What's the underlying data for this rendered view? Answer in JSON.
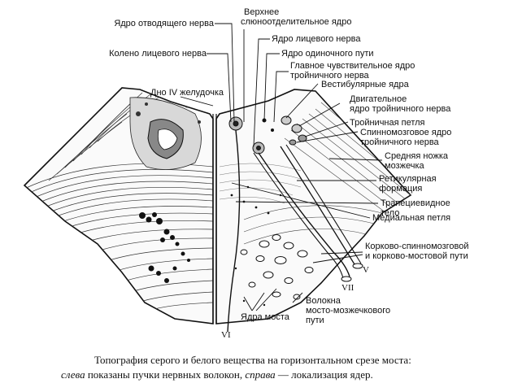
{
  "labels": {
    "abducens_nucleus": "Ядро отводящего нерва",
    "facial_genu": "Колено лицевого нерва",
    "fourth_ventricle_floor": "Дно IV желудочка",
    "sup_salivatory_1": "Верхнее",
    "sup_salivatory_2": "слюноотделительное ядро",
    "facial_nucleus": "Ядро лицевого нерва",
    "solitary_nucleus": "Ядро одиночного пути",
    "main_sensory_1": "Главное чувствительное ядро",
    "main_sensory_2": "тройничного нерва",
    "vestibular": "Вестибулярные ядра",
    "motor_trig_1": "Двигательное",
    "motor_trig_2": "ядро тройничного нерва",
    "trig_lemniscus": "Тройничная петля",
    "spinal_trig_1": "Спинномозговое ядро",
    "spinal_trig_2": "тройничного нерва",
    "mcp_1": "Средняя ножка",
    "mcp_2": "мозжечка",
    "reticular_1": "Ретикулярная",
    "reticular_2": "формация",
    "trapezoid_1": "Трапециевидное",
    "trapezoid_2": "тело",
    "medial_lemniscus": "Медиальная петля",
    "cortico_1": "Корково-спинномозговой",
    "cortico_2": "и корково-мостовой пути",
    "fibers_1": "Волокна",
    "fibers_2": "мосто-мозжечкового",
    "fibers_3": "пути",
    "pontine_nuclei": "Ядра моста",
    "nerve_vi": "VI",
    "nerve_vii": "VII",
    "nerve_v": "V"
  },
  "caption": {
    "line1": "Топография серого и белого вещества на горизонтальном срезе моста:",
    "left_word": "слева",
    "line2_mid": " показаны пучки нервных волокон, ",
    "right_word": "справа",
    "line2_end": " — локализация ядер."
  }
}
